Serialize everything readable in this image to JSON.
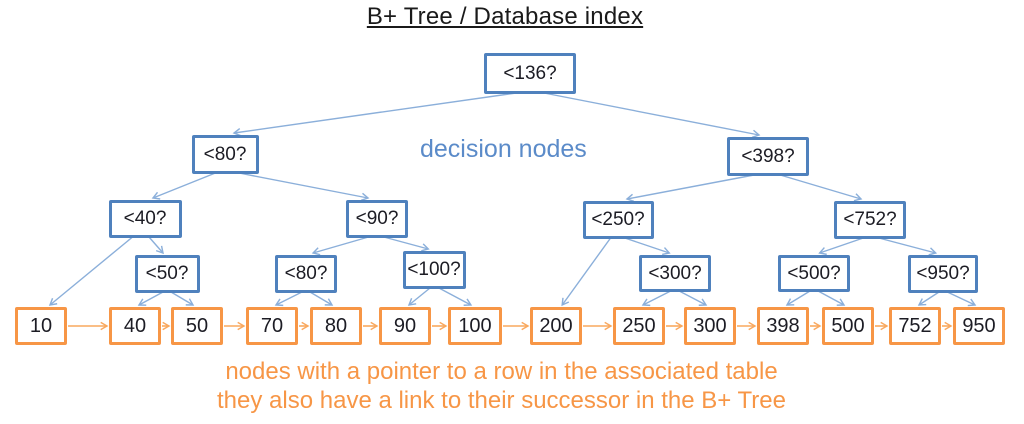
{
  "title": "B+ Tree / Database index",
  "labels": {
    "decision_nodes": "decision nodes",
    "caption_line1": "nodes with a pointer to a row in the associated table",
    "caption_line2": "they also have a link to their successor in the B+ Tree"
  },
  "tree": {
    "root": "<136?",
    "level2": [
      "<80?",
      "<398?"
    ],
    "level3": [
      "<40?",
      "<90?",
      "<250?",
      "<752?"
    ],
    "level4": [
      "<50?",
      "<80?",
      "<100?",
      "<300?",
      "<500?",
      "<950?"
    ],
    "leaves": [
      "10",
      "40",
      "50",
      "70",
      "80",
      "90",
      "100",
      "200",
      "250",
      "300",
      "398",
      "500",
      "752",
      "950"
    ]
  },
  "colors": {
    "blue_border": "#4f81bd",
    "blue_line": "#8bafda",
    "orange_border": "#f79646",
    "orange_line": "#f9a85e",
    "blue_label_text": "#5b8bc9",
    "orange_text": "#f79646",
    "title_text": "#1a1a1a",
    "node_text": "#1c1c24"
  }
}
